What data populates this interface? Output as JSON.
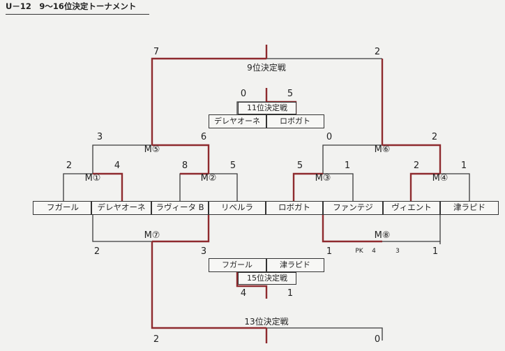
{
  "title": "U－12　9〜16位決定トーナメント",
  "teams": [
    "フガール",
    "デレヤオーネ",
    "ラヴィータ B",
    "リベルラ",
    "ロボガト",
    "ファンテジ",
    "ヴィエント",
    "津ラピド"
  ],
  "matches": {
    "m1": {
      "label": "M①",
      "score_left": "2",
      "score_right": "4"
    },
    "m2": {
      "label": "M②",
      "score_left": "8",
      "score_right": "5"
    },
    "m3": {
      "label": "M③",
      "score_left": "5",
      "score_right": "1"
    },
    "m4": {
      "label": "M④",
      "score_left": "2",
      "score_right": "1"
    },
    "m5": {
      "label": "M⑤",
      "score_left": "3",
      "score_right": "6"
    },
    "m6": {
      "label": "M⑥",
      "score_left": "0",
      "score_right": "2"
    },
    "m7": {
      "label": "M⑦",
      "score_left": "2",
      "score_right": "3"
    },
    "m8": {
      "label": "M⑧",
      "score_left": "1",
      "score_right": "1",
      "pk_label": "PK",
      "pk_left": "4",
      "pk_right": "3"
    }
  },
  "place9": {
    "label": "9位決定戦",
    "score_left": "7",
    "score_right": "2"
  },
  "place11": {
    "label": "11位決定戦",
    "score_left": "0",
    "score_right": "5",
    "team_left": "デレヤオーネ",
    "team_right": "ロボガト"
  },
  "place13": {
    "label": "13位決定戦",
    "score_left": "2",
    "score_right": "0"
  },
  "place15": {
    "label": "15位決定戦",
    "score_left": "4",
    "score_right": "1",
    "team_left": "フガール",
    "team_right": "津ラピド"
  },
  "colors": {
    "winner_line": "#8e2a2e",
    "bracket_line": "#3a3a3a",
    "paper": "#f2f2f0"
  }
}
